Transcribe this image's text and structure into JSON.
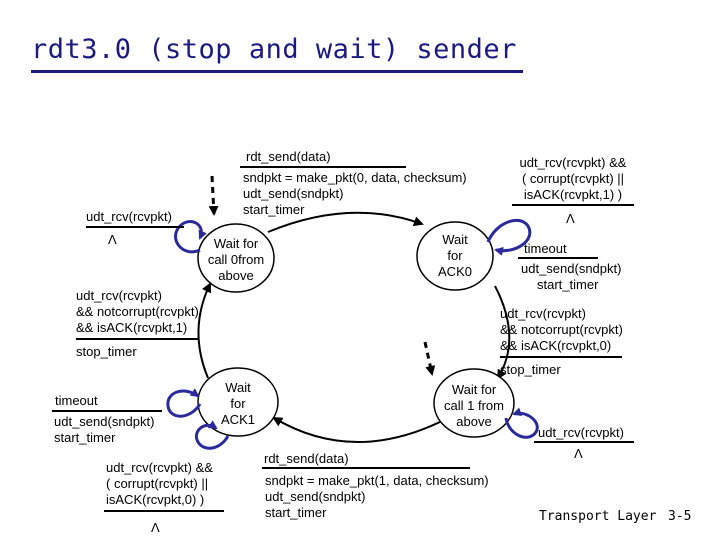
{
  "title": "rdt3.0 (stop and wait) sender",
  "states": {
    "wait_call0": [
      "Wait for",
      "call 0from",
      "above"
    ],
    "wait_ack0": [
      "Wait",
      "for",
      "ACK0"
    ],
    "wait_call1": [
      "Wait for",
      "call 1 from",
      "above"
    ],
    "wait_ack1": [
      "Wait",
      "for",
      "ACK1"
    ]
  },
  "transitions": {
    "t_send0": {
      "event": "rdt_send(data)",
      "actions": [
        "sndpkt = make_pkt(0, data, checksum)",
        "udt_send(sndpkt)",
        "start_timer"
      ]
    },
    "t_self_call0": {
      "event": "udt_rcv(rcvpkt)",
      "actions": [
        "Λ"
      ]
    },
    "t_self_ack0_rcv": {
      "event": [
        "udt_rcv(rcvpkt) &&",
        "( corrupt(rcvpkt) ||",
        "isACK(rcvpkt,1) )"
      ],
      "actions": [
        "Λ"
      ]
    },
    "t_self_ack0_timeout": {
      "event": "timeout",
      "actions": [
        "udt_send(sndpkt)",
        "start_timer"
      ]
    },
    "t_ack0_to_call1": {
      "event": [
        "udt_rcv(rcvpkt)",
        "&& notcorrupt(rcvpkt)",
        "&& isACK(rcvpkt,0)"
      ],
      "actions": [
        "stop_timer"
      ]
    },
    "t_ack1_to_call0": {
      "event": [
        "udt_rcv(rcvpkt)",
        "&& notcorrupt(rcvpkt)",
        "&& isACK(rcvpkt,1)"
      ],
      "actions": [
        "stop_timer"
      ]
    },
    "t_self_ack1_timeout": {
      "event": "timeout",
      "actions": [
        "udt_send(sndpkt)",
        "start_timer"
      ]
    },
    "t_self_ack1_rcv": {
      "event": [
        "udt_rcv(rcvpkt) &&",
        "( corrupt(rcvpkt) ||",
        "isACK(rcvpkt,0) )"
      ],
      "actions": [
        "Λ"
      ]
    },
    "t_send1": {
      "event": "rdt_send(data)",
      "actions": [
        "sndpkt = make_pkt(1, data, checksum)",
        "udt_send(sndpkt)",
        "start_timer"
      ]
    },
    "t_self_call1": {
      "event": "udt_rcv(rcvpkt)",
      "actions": [
        "Λ"
      ]
    }
  },
  "footer": {
    "section": "Transport Layer",
    "page": "3-5"
  },
  "colors": {
    "title": "#1a1a80",
    "loop": "#2a2a9a",
    "line": "#000000"
  }
}
